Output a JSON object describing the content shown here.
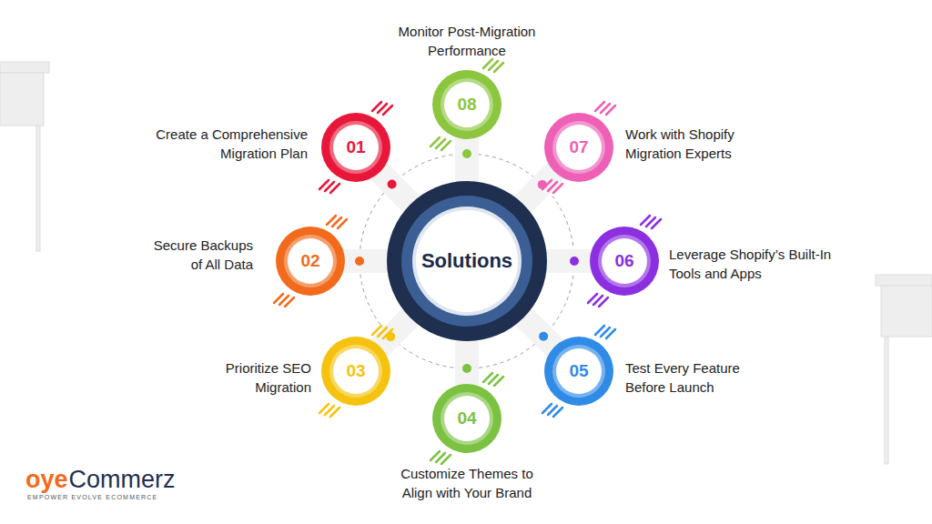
{
  "diagram": {
    "nodes": [
      {
        "text": [
          "Solutions"
        ]
      },
      {
        "text": [
          "01",
          "Create a Comprehensive Migration Plan"
        ]
      },
      {
        "text": [
          "02",
          "Secure Backups of All Data"
        ]
      },
      {
        "text": [
          "03",
          "Prioritize SEO Migration"
        ]
      },
      {
        "text": [
          "04",
          "Customize Themes to Align with Your Brand"
        ]
      },
      {
        "text": [
          "05",
          "Test Every Feature Before Launch"
        ]
      },
      {
        "text": [
          "06",
          "Leverage Shopify’s Built-In Tools and Apps"
        ]
      },
      {
        "text": [
          "07",
          "Work with Shopify Migration Experts"
        ]
      },
      {
        "text": [
          "08",
          "Monitor Post-Migration Performance"
        ]
      }
    ],
    "labels": [
      "oye",
      "Commerz",
      "EMPOWER EVOLVE ECOMMERCE"
    ]
  }
}
